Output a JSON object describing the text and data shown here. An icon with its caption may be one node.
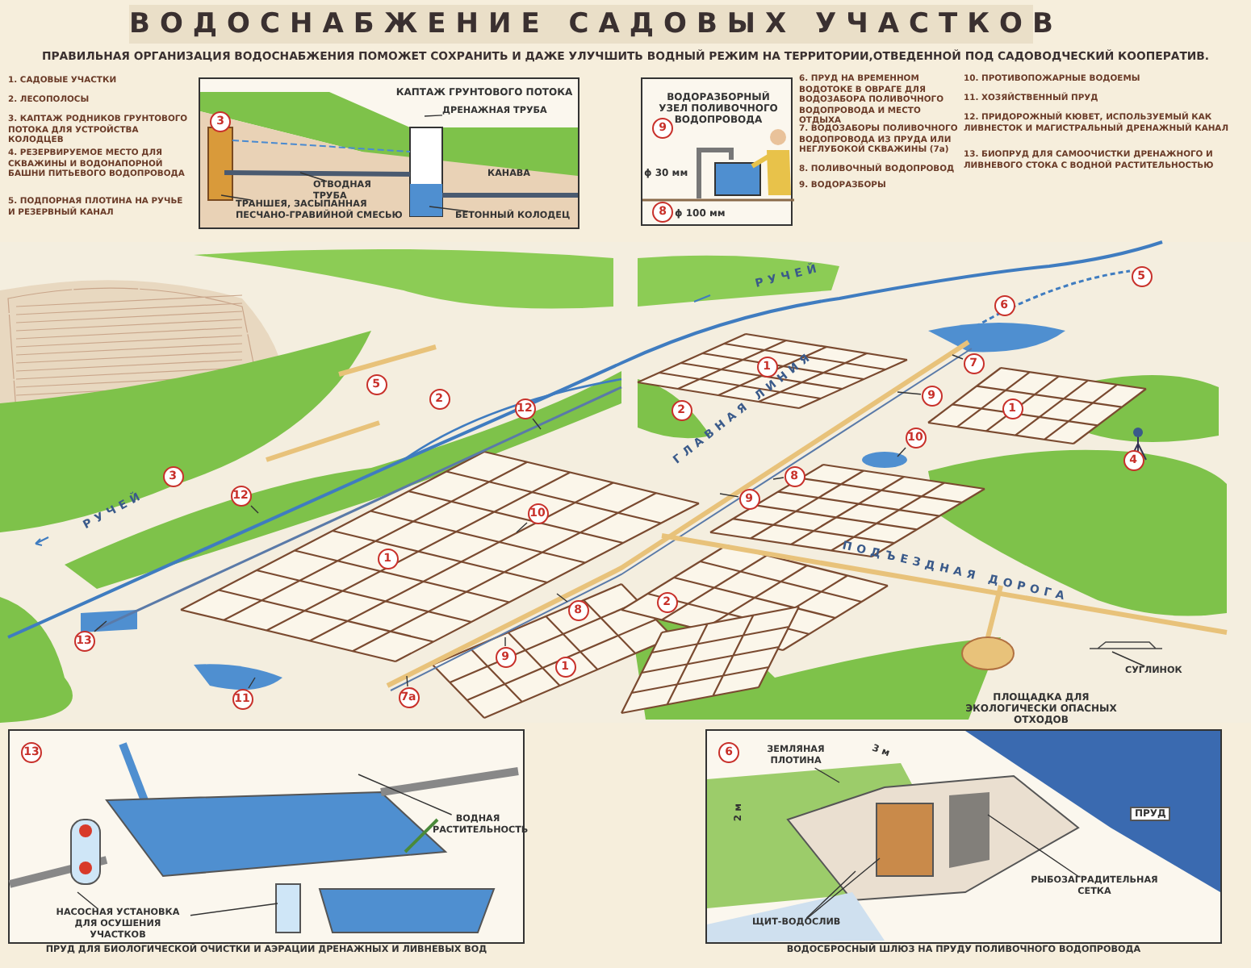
{
  "diagram": {
    "title": "ВОДОСНАБЖЕНИЕ САДОВЫХ УЧАСТКОВ",
    "nodes": [
      {
        "text": [
          "КАПТАЖ ГРУНТОВОГО ПОТОКА"
        ]
      },
      {
        "text": [
          "3"
        ],
        "in": 0
      },
      {
        "text": [
          "ДРЕНАЖНАЯ ТРУБА"
        ],
        "in": 0
      },
      {
        "text": [
          "ОТВОДНАЯ ТРУБА"
        ],
        "in": 0
      },
      {
        "text": [
          "ТРАНШЕЯ, ЗАСЫПАННАЯ ПЕСЧАНО-ГРАВИЙНОЙ СМЕСЬЮ"
        ],
        "in": 0
      },
      {
        "text": [
          "КАНАВА"
        ],
        "in": 0
      },
      {
        "text": [
          "БЕТОННЫЙ КОЛОДЕЦ"
        ],
        "in": 0
      },
      {
        "text": [
          "ВОДОРАЗБОРНЫЙ УЗЕЛ ПОЛИВОЧНОГО ВОДОПРОВОДА"
        ]
      },
      {
        "text": [
          "9"
        ],
        "in": 7
      },
      {
        "text": [
          "8"
        ],
        "in": 7
      },
      {
        "text": [
          "5"
        ]
      },
      {
        "text": [
          "3"
        ]
      },
      {
        "text": [
          "2"
        ]
      },
      {
        "text": [
          "12"
        ]
      },
      {
        "text": [
          "12"
        ]
      },
      {
        "text": [
          "10"
        ]
      },
      {
        "text": [
          "1"
        ]
      },
      {
        "text": [
          "8"
        ]
      },
      {
        "text": [
          "13"
        ]
      },
      {
        "text": [
          "9"
        ]
      },
      {
        "text": [
          "1"
        ]
      },
      {
        "text": [
          "7а"
        ]
      },
      {
        "text": [
          "11"
        ]
      },
      {
        "text": [
          "5"
        ]
      },
      {
        "text": [
          "6"
        ]
      },
      {
        "text": [
          "1"
        ]
      },
      {
        "text": [
          "7"
        ]
      },
      {
        "text": [
          "9"
        ]
      },
      {
        "text": [
          "2"
        ]
      },
      {
        "text": [
          "1"
        ]
      },
      {
        "text": [
          "10"
        ]
      },
      {
        "text": [
          "4"
        ]
      },
      {
        "text": [
          "8"
        ]
      },
      {
        "text": [
          "9"
        ]
      },
      {
        "text": [
          "2"
        ]
      },
      {
        "text": [
          "СУГЛИНОК"
        ]
      },
      {
        "text": [],
        "shape": "box",
        "beside": [
          "ПРУД ДЛЯ БИОЛОГИЧЕСКОЙ ОЧИСТКИ И АЭРАЦИИ ДРЕНАЖНЫХ И ЛИВНЕВЫХ ВОД"
        ]
      },
      {
        "text": [
          "13"
        ],
        "in": 36
      },
      {
        "text": [
          "ВОДНАЯ РАСТИТЕЛЬНОСТЬ"
        ],
        "in": 36
      },
      {
        "text": [
          "НАСОСНАЯ УСТАНОВКА ДЛЯ ОСУШЕНИЯ УЧАСТКОВ"
        ],
        "in": 36
      },
      {
        "text": [],
        "shape": "box",
        "beside": [
          "ВОДОСБРОСНЫЙ ШЛЮЗ НА ПРУДУ ПОЛИВОЧНОГО ВОДОПРОВОДА"
        ]
      },
      {
        "text": [
          "6"
        ],
        "in": 40
      },
      {
        "text": [
          "ЗЕМЛЯНАЯ ПЛОТИНА"
        ],
        "in": 40
      },
      {
        "text": [
          "РЫБОЗАГРАДИТЕЛЬНАЯ СЕТКА"
        ],
        "in": 40
      },
      {
        "text": [
          "ЩИТ-ВОДОСЛИВ"
        ],
        "in": 40
      }
    ],
    "edges": [
      {
        "from": 2,
        "to": null,
        "arrow": "none"
      },
      {
        "from": 3,
        "to": null,
        "arrow": "none"
      },
      {
        "from": 4,
        "to": null,
        "arrow": "none"
      },
      {
        "from": 6,
        "to": null,
        "arrow": "none"
      },
      {
        "from": 13,
        "to": null,
        "arrow": "none"
      },
      {
        "from": 14,
        "to": null,
        "arrow": "none"
      },
      {
        "from": 15,
        "to": null,
        "arrow": "none"
      },
      {
        "from": 17,
        "to": null,
        "arrow": "none"
      },
      {
        "from": 18,
        "to": null,
        "arrow": "none"
      },
      {
        "from": 19,
        "to": null,
        "arrow": "none"
      },
      {
        "from": 21,
        "to": null,
        "arrow": "none"
      },
      {
        "from": 22,
        "to": null,
        "arrow": "none"
      },
      {
        "from": 26,
        "to": null,
        "arrow": "none"
      },
      {
        "from": 27,
        "to": null,
        "arrow": "none"
      },
      {
        "from": 30,
        "to": null,
        "arrow": "none"
      },
      {
        "from": 32,
        "to": null,
        "arrow": "none"
      },
      {
        "from": 33,
        "to": null,
        "arrow": "none"
      },
      {
        "from": 35,
        "to": null,
        "arrow": "none"
      },
      {
        "from": 38,
        "to": null,
        "arrow": "none"
      },
      {
        "from": 39,
        "to": null,
        "arrow": "none"
      },
      {
        "from": 39,
        "to": null,
        "arrow": "none"
      },
      {
        "from": 42,
        "to": null,
        "arrow": "none"
      },
      {
        "from": 43,
        "to": null,
        "arrow": "none"
      },
      {
        "from": 44,
        "to": null,
        "arrow": "none"
      },
      {
        "from": 44,
        "to": null,
        "arrow": "none"
      }
    ],
    "labels": [
      "ПРАВИЛЬНАЯ ОРГАНИЗАЦИЯ ВОДОСНАБЖЕНИЯ ПОМОЖЕТ СОХРАНИТЬ И ДАЖЕ УЛУЧШИТЬ ВОДНЫЙ РЕЖИМ НА ТЕРРИТОРИИ,ОТВЕДЕННОЙ ПОД САДОВОДЧЕСКИЙ КООПЕРАТИВ.",
      "1. САДОВЫЕ УЧАСТКИ",
      "2. ЛЕСОПОЛОСЫ",
      "3. КАПТАЖ РОДНИКОВ ГРУНТОВОГО ПОТОКА ДЛЯ УСТРОЙСТВА КОЛОДЦЕВ",
      "4. РЕЗЕРВИРУЕМОЕ МЕСТО ДЛЯ СКВАЖИНЫ И ВОДОНАПОРНОЙ БАШНИ ПИТЬЕВОГО ВОДОПРОВОДА",
      "5. ПОДПОРНАЯ ПЛОТИНА НА РУЧЬЕ И РЕЗЕРВНЫЙ КАНАЛ",
      "6. ПРУД НА ВРЕМЕННОМ ВОДОТОКЕ В ОВРАГЕ ДЛЯ ВОДОЗАБОРА ПОЛИВОЧНОГО ВОДОПРОВОДА И МЕСТО ОТДЫХА",
      "7. ВОДОЗАБОРЫ ПОЛИВОЧНОГО ВОДОПРОВОДА ИЗ ПРУДА ИЛИ НЕГЛУБОКОЙ СКВАЖИНЫ (7а)",
      "8. ПОЛИВОЧНЫЙ ВОДОПРОВОД",
      "9. ВОДОРАЗБОРЫ",
      "10. ПРОТИВОПОЖАРНЫЕ ВОДОЕМЫ",
      "11. ХОЗЯЙСТВЕННЫЙ ПРУД",
      "12. ПРИДОРОЖНЫЙ КЮВЕТ, ИСПОЛЬЗУЕМЫЙ КАК ЛИВНЕСТОК И МАГИСТРАЛЬНЫЙ ДРЕНАЖНЫЙ КАНАЛ",
      "13. БИОПРУД ДЛЯ САМООЧИСТКИ ДРЕНАЖНОГО И ЛИВНЕВОГО СТОКА С ВОДНОЙ РАСТИТЕЛЬНОСТЬЮ",
      "ϕ 30 мм",
      "ϕ 100 мм",
      "РУЧЕЙ",
      "РУЧЕЙ",
      "ГЛАВНАЯ ЛИНИЯ",
      "ПОДЪЕЗДНАЯ ДОРОГА",
      "ПЛОЩАДКА ДЛЯ ЭКОЛОГИЧЕСКИ ОПАСНЫХ ОТХОДОВ",
      "3 м",
      "2 м",
      "ПРУД"
    ]
  }
}
